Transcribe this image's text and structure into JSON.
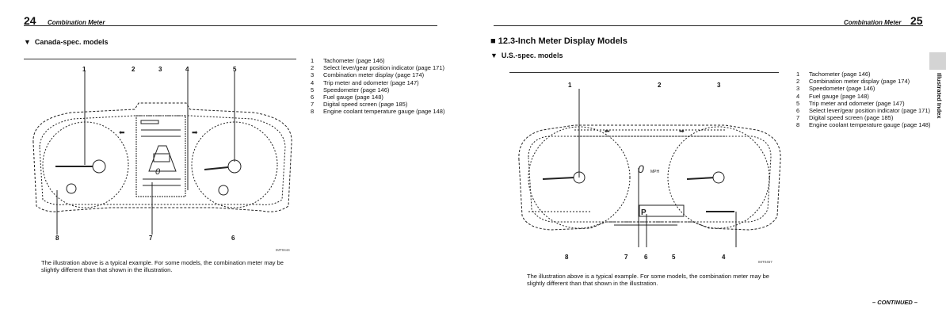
{
  "left_page": {
    "page_number": "24",
    "section_title": "Combination Meter",
    "subheading": "Canada-spec. models",
    "callouts_top": [
      "1",
      "2",
      "3",
      "4",
      "5"
    ],
    "callouts_bottom": [
      "8",
      "7",
      "6"
    ],
    "figure_id": "IMT0444",
    "legend": [
      {
        "num": "1",
        "text": "Tachometer (page 146)"
      },
      {
        "num": "2",
        "text": "Select lever/gear position indicator (page 171)"
      },
      {
        "num": "3",
        "text": "Combination meter display (page 174)"
      },
      {
        "num": "4",
        "text": "Trip meter and odometer (page 147)"
      },
      {
        "num": "5",
        "text": "Speedometer (page 146)"
      },
      {
        "num": "6",
        "text": "Fuel gauge (page 148)"
      },
      {
        "num": "7",
        "text": "Digital speed screen (page 185)"
      },
      {
        "num": "8",
        "text": "Engine coolant temperature gauge (page 148)"
      }
    ],
    "caption": "The illustration above is a typical example. For some models, the combination meter may be slightly different than that shown in the illustration.",
    "display_speed": "0"
  },
  "right_page": {
    "page_number": "25",
    "section_title": "Combination Meter",
    "heading": "12.3-Inch Meter Display Models",
    "subheading": "U.S.-spec. models",
    "callouts_top": [
      "1",
      "2",
      "3"
    ],
    "callouts_bottom": [
      "8",
      "7",
      "6",
      "5",
      "4"
    ],
    "figure_id": "IMT0457",
    "legend": [
      {
        "num": "1",
        "text": "Tachometer (page 146)"
      },
      {
        "num": "2",
        "text": "Combination meter display (page 174)"
      },
      {
        "num": "3",
        "text": "Speedometer (page 146)"
      },
      {
        "num": "4",
        "text": "Fuel gauge (page 148)"
      },
      {
        "num": "5",
        "text": "Trip meter and odometer (page 147)"
      },
      {
        "num": "6",
        "text": "Select lever/gear position indicator (page 171)"
      },
      {
        "num": "7",
        "text": "Digital speed screen (page 185)"
      },
      {
        "num": "8",
        "text": "Engine coolant temperature gauge (page 148)"
      }
    ],
    "caption": "The illustration above is a typical example. For some models, the combination meter may be slightly different than that shown in the illustration.",
    "continued": "– CONTINUED –",
    "side_tab": "Illustrated Index",
    "display_speed": "0",
    "display_unit": "MPH",
    "gear": "P"
  }
}
